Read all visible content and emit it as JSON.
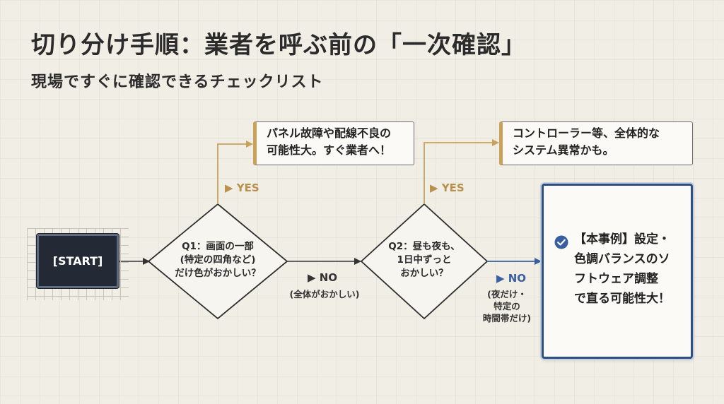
{
  "title": "切り分け手順：業者を呼ぶ前の「一次確認」",
  "subtitle": "現場ですぐに確認できるチェックリスト",
  "start": {
    "label": "[START]"
  },
  "q1": {
    "lines": [
      "Q1：画面の一部",
      "(特定の四角など)",
      "だけ色がおかしい？"
    ],
    "yes_label": "▶ YES",
    "no_label": "▶ NO",
    "no_note": "(全体がおかしい)",
    "yes_result": [
      "パネル故障や配線不良の",
      "可能性大。すぐ業者へ！"
    ]
  },
  "q2": {
    "lines": [
      "Q2：昼も夜も、",
      "1日中ずっと",
      "おかしい？"
    ],
    "yes_label": "▶ YES",
    "no_label": "▶ NO",
    "no_note": [
      "(夜だけ・",
      "特定の",
      "時間帯だけ)"
    ],
    "yes_result": [
      "コントローラー等、全体的な",
      "システム異常かも。"
    ]
  },
  "result": {
    "lines": [
      "【本事例】設定・",
      "色調バランスのソ",
      "フトウェア調整",
      "で直る可能性大！"
    ]
  },
  "colors": {
    "accent_yes": "#c9a15a",
    "accent_no": "#3a5fa0",
    "start_bg": "#232a36",
    "result_border": "#2e4f86"
  },
  "icons": {
    "result": "check-circle-icon"
  }
}
